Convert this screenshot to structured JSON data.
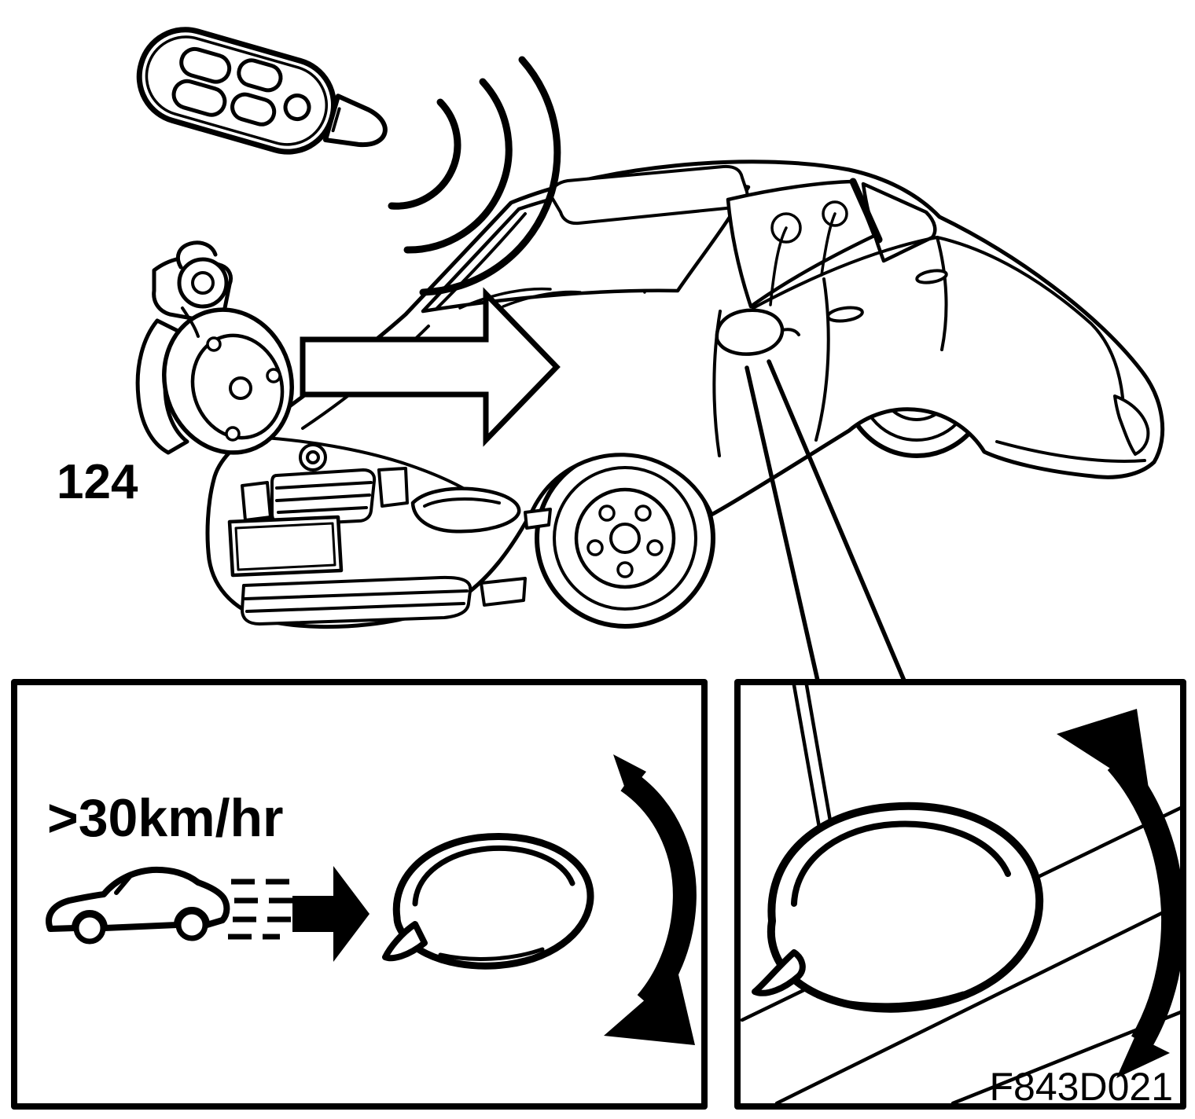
{
  "labels": {
    "actuator_part_number": "124",
    "speed_threshold": ">30km/hr",
    "figure_code": "F843D021"
  },
  "colors": {
    "line": "#000000",
    "background": "#ffffff"
  },
  "icons": {
    "remote_key_fob": "remote-key-fob-icon",
    "signal_waves": "signal-waves-icon",
    "mirror_actuator": "mirror-actuator-icon",
    "vehicle": "car-three-quarter-view-icon",
    "direction_arrow": "hollow-right-arrow-icon",
    "callout": "callout-wedge-lines",
    "moving_car": "moving-car-side-icon",
    "motion_lines": "speed-motion-lines-icon",
    "solid_arrow": "solid-right-arrow-icon",
    "folding_mirror_small": "folding-door-mirror-icon",
    "fold_rotation_small": "fold-rotation-arrow-icon",
    "folding_mirror_large": "folded-door-mirror-detail-icon",
    "fold_rotation_large": "fold-rotation-arrow-icon"
  }
}
